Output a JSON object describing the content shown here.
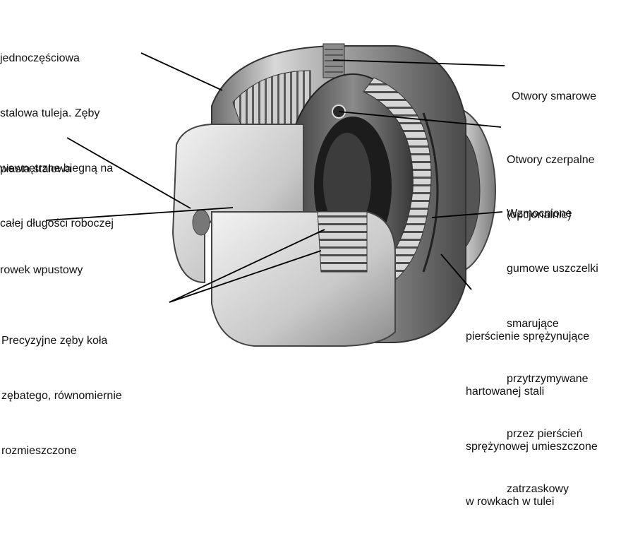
{
  "labels": {
    "tuleja": [
      "jednoczęściowa",
      "stalowa tuleja. Zęby",
      "wewnętrzne biegną na",
      "całej długości roboczej"
    ],
    "piasta": [
      "piasta stalowa"
    ],
    "wpust": [
      "rowek wpustowy"
    ],
    "zeby": [
      "Precyzyjne zęby koła",
      "zębatego, równomiernie",
      "rozmieszczone"
    ],
    "smarowe": [
      "Otwory smarowe"
    ],
    "czerpalne": [
      "Otwory czerpalne",
      "(opcjonalnie)"
    ],
    "uszczelki": [
      "Wzmocnione",
      "gumowe uszczelki",
      "smarujące",
      "przytrzymywane",
      "przez pierścień",
      "zatrzaskowy"
    ],
    "pierscienie": [
      "pierścienie sprężynujące",
      "hartowanej stali",
      "sprężynowej umieszczone",
      "w rowkach w tulei"
    ]
  }
}
